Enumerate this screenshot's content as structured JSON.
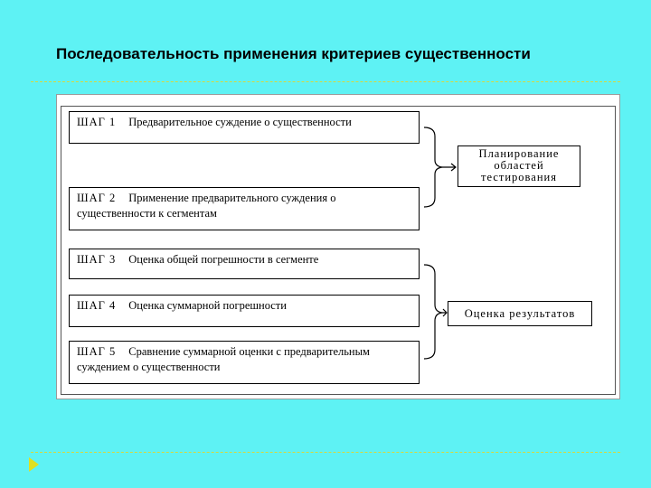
{
  "title": "Последовательность применения критериев существенности",
  "steps": [
    {
      "num": "ШАГ 1",
      "text": "Предварительное суждение о существенности"
    },
    {
      "num": "ШАГ 2",
      "text": "Применение предварительного суждения о существенности к сегментам"
    },
    {
      "num": "ШАГ 3",
      "text": "Оценка общей погрешности в сегменте"
    },
    {
      "num": "ШАГ 4",
      "text": "Оценка суммарной погрешности"
    },
    {
      "num": "ШАГ 5",
      "text": "Сравнение суммарной оценки с предварительным суждением о существенности"
    }
  ],
  "results": {
    "planning": "Планирование областей тестирования",
    "evaluation": "Оценка результатов"
  },
  "colors": {
    "background": "#5ef2f4",
    "rule": "#d8d83a",
    "arrow": "#e0e020"
  }
}
